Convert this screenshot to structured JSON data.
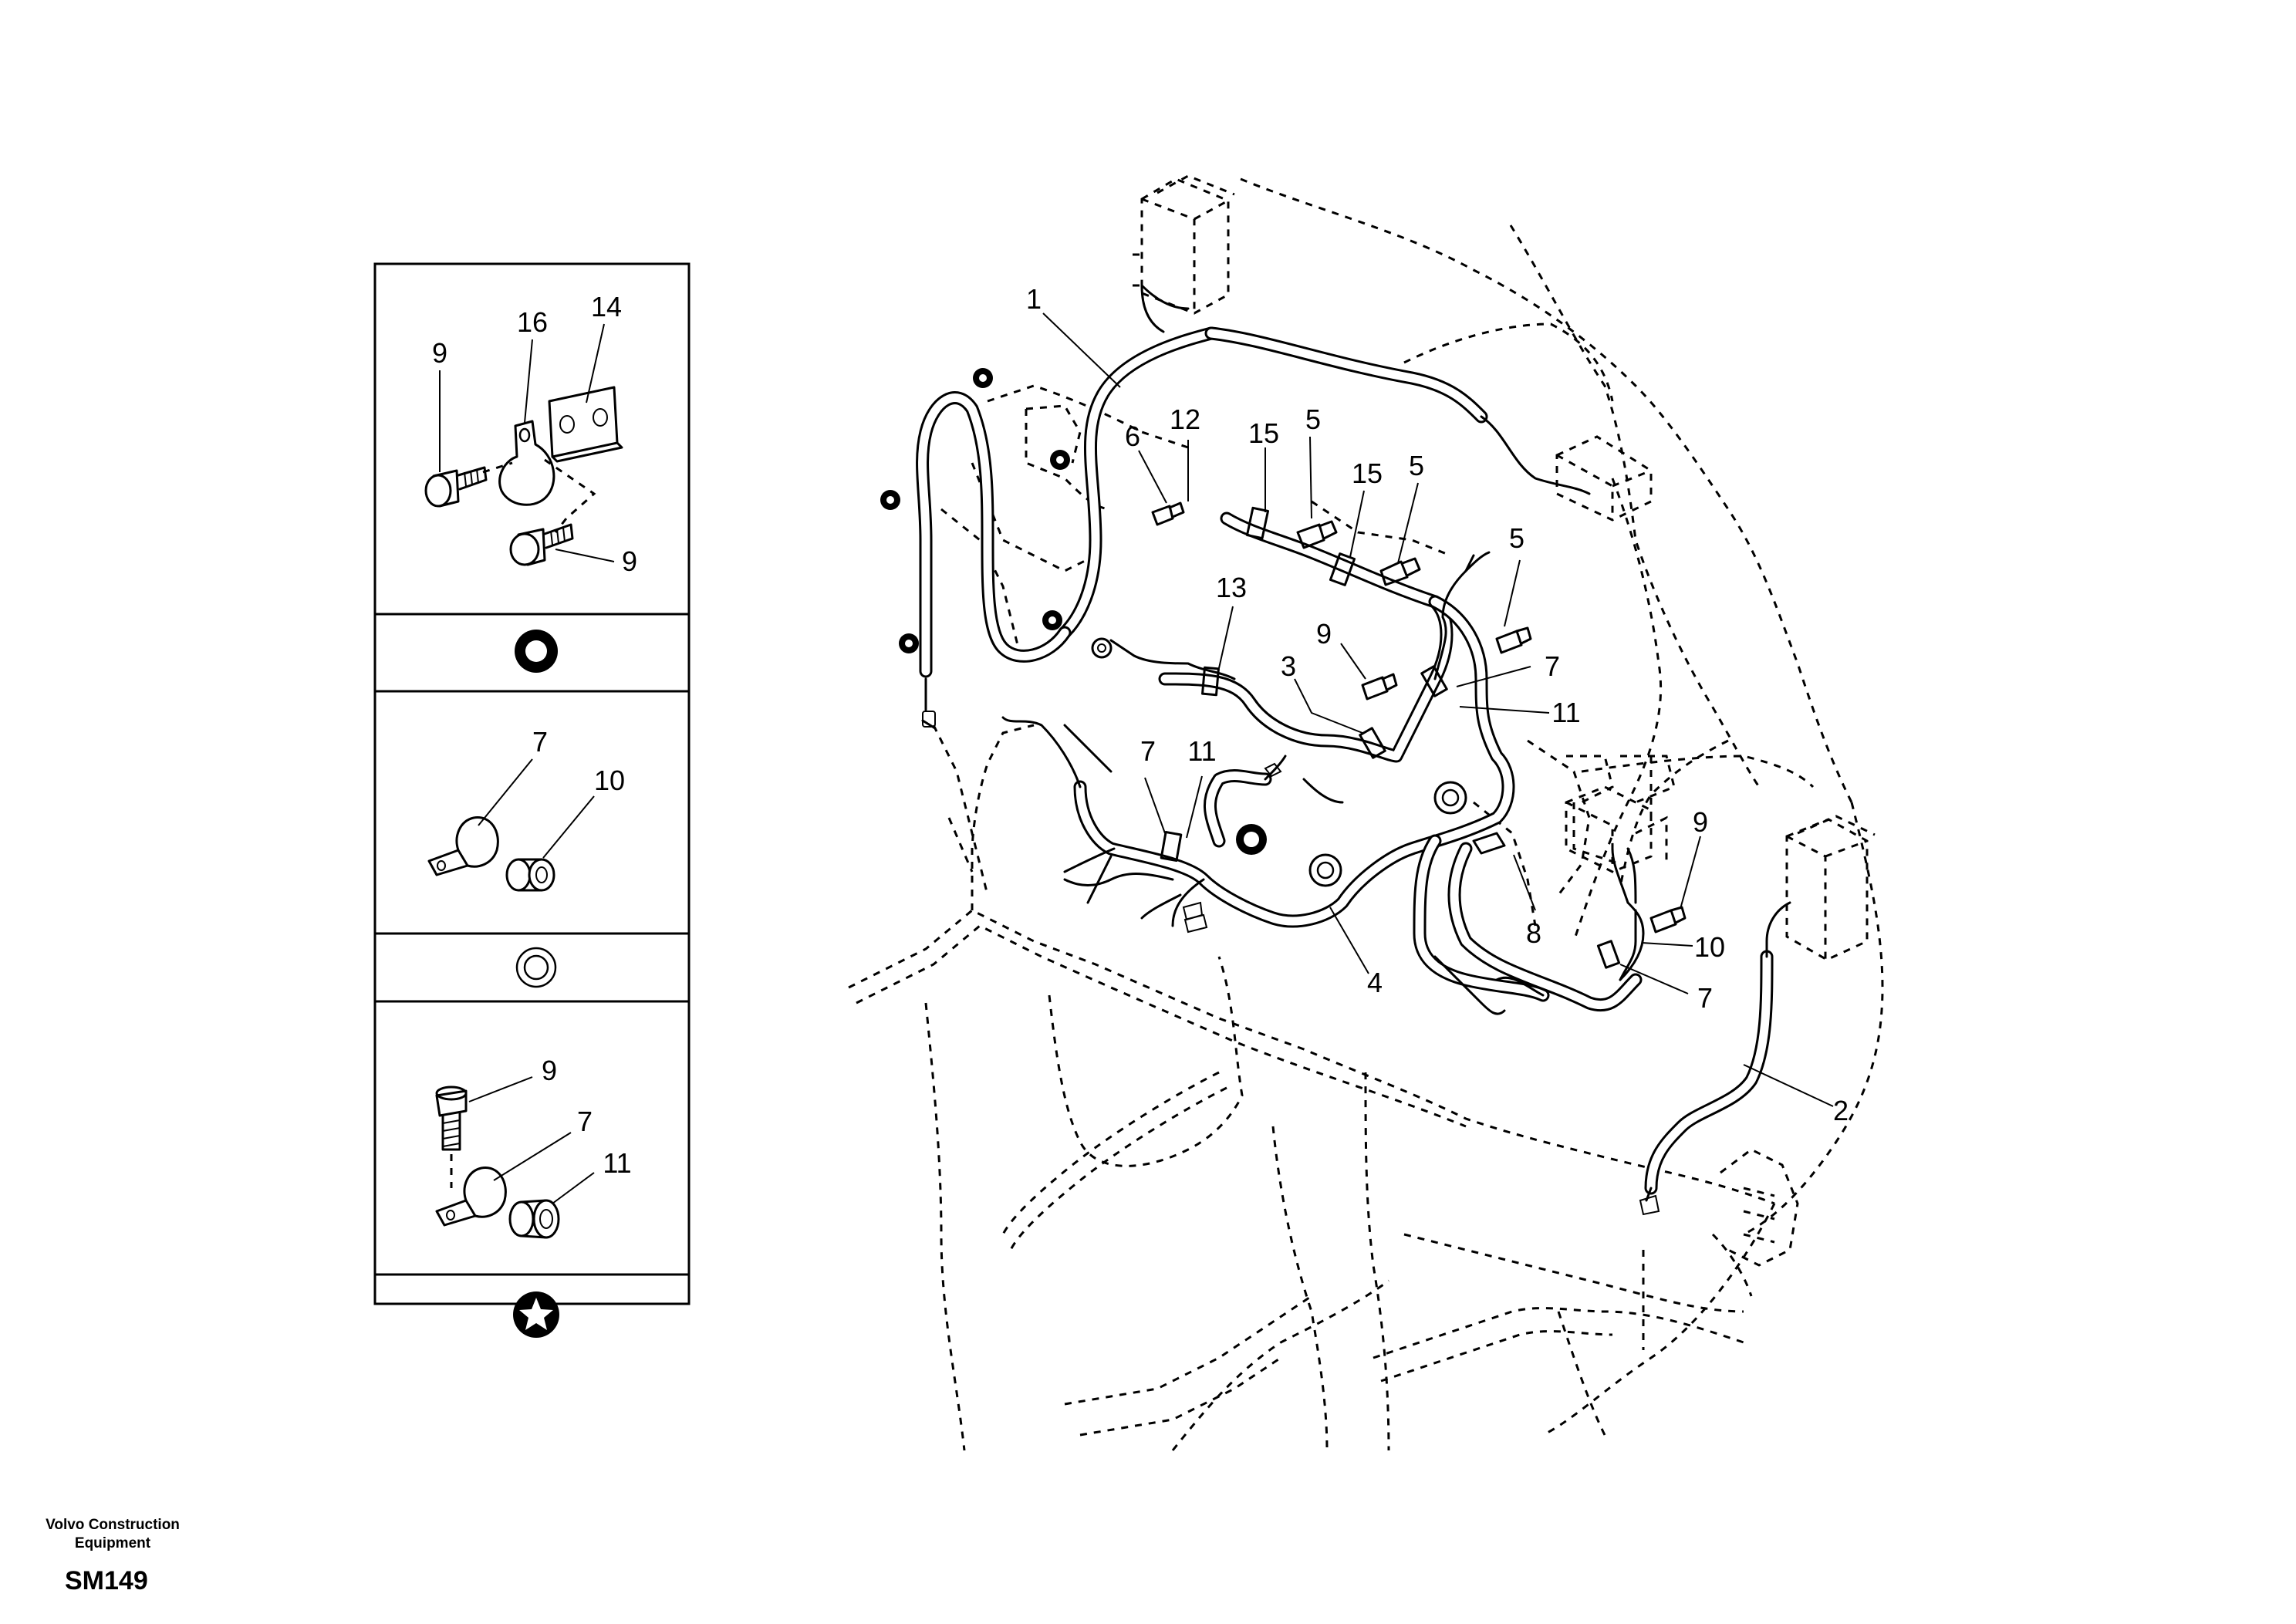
{
  "publisher": {
    "line1": "Volvo Construction",
    "line2": "Equipment"
  },
  "drawing_code": "SM149",
  "callouts": {
    "inset_a": [
      "9",
      "16",
      "14",
      "9"
    ],
    "inset_b": [
      "7",
      "10"
    ],
    "inset_c": [
      "9",
      "7",
      "11"
    ],
    "main": [
      "1",
      "6",
      "12",
      "15",
      "5",
      "15",
      "5",
      "5",
      "13",
      "9",
      "7",
      "3",
      "11",
      "7",
      "11",
      "9",
      "4",
      "8",
      "10",
      "7",
      "2"
    ]
  },
  "colors": {
    "line": "#000000",
    "background": "#ffffff"
  },
  "icons": {
    "inset_a_symbol": "black-ring-icon",
    "inset_b_symbol": "thin-ring-icon",
    "inset_c_symbol": "star-disc-icon"
  }
}
